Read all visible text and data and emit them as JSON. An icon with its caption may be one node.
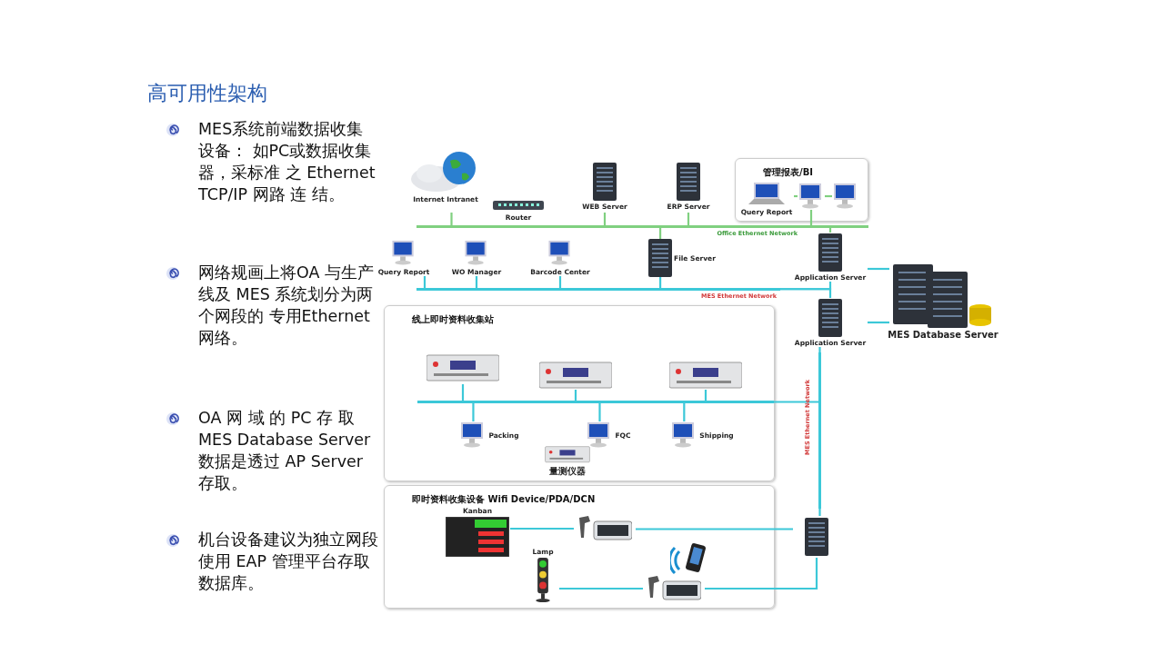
{
  "diagram": {
    "title": "高可用性架构",
    "nodes": [
      {
        "text": [
          "Internet Intranet"
        ]
      },
      {
        "text": [
          "Router"
        ]
      },
      {
        "text": [
          "WEB Server"
        ]
      },
      {
        "text": [
          "ERP Server"
        ]
      },
      {
        "text": [
          "管理报表/BI"
        ]
      },
      {
        "text": [
          "Query Report"
        ],
        "in": 4
      },
      {
        "text": [],
        "shape": "picture",
        "in": 4
      },
      {
        "text": [],
        "shape": "picture",
        "in": 4
      },
      {
        "text": [
          "Office Ethernet Network"
        ]
      },
      {
        "text": [
          "Query Report"
        ]
      },
      {
        "text": [
          "WO Manager"
        ]
      },
      {
        "text": [
          "Barcode Center"
        ]
      },
      {
        "text": [
          "File Server"
        ]
      },
      {
        "text": [
          "Application Server"
        ]
      },
      {
        "text": [
          "MES Ethernet Network"
        ]
      },
      {
        "text": [
          "Application Server"
        ]
      },
      {
        "text": [
          "MES Database Server"
        ]
      },
      {
        "text": [
          "线上即时资料收集站"
        ]
      },
      {
        "text": [],
        "shape": "picture",
        "in": 17
      },
      {
        "text": [],
        "shape": "picture",
        "in": 17
      },
      {
        "text": [],
        "shape": "picture",
        "in": 17
      },
      {
        "text": [],
        "shape": "bar",
        "in": 17
      },
      {
        "text": [
          "Packing"
        ],
        "in": 17
      },
      {
        "text": [
          "FQC"
        ],
        "in": 17
      },
      {
        "text": [
          "量测仪器"
        ],
        "in": 17
      },
      {
        "text": [
          "Shipping"
        ],
        "in": 17
      },
      {
        "text": [
          "即时资料收集设备 Wifi Device/PDA/DCN"
        ]
      },
      {
        "text": [
          "Kanban"
        ],
        "in": 26
      },
      {
        "text": [],
        "shape": "picture",
        "in": 26
      },
      {
        "text": [
          "Lamp"
        ],
        "in": 26
      },
      {
        "text": [],
        "shape": "picture",
        "in": 26
      },
      {
        "text": [],
        "shape": "picture",
        "in": 26
      },
      {
        "text": [
          "MES Ethernet Network"
        ]
      },
      {
        "text": [],
        "shape": "picture"
      }
    ],
    "edges": [
      {
        "from": 0,
        "to": 8,
        "arrow": "none",
        "color": "#80d080"
      },
      {
        "from": 2,
        "to": 8,
        "arrow": "none",
        "color": "#80d080"
      },
      {
        "from": 3,
        "to": 8,
        "arrow": "none",
        "color": "#80d080"
      },
      {
        "from": 5,
        "to": 6,
        "arrow": "none",
        "color": "#80d080"
      },
      {
        "from": 6,
        "to": 7,
        "arrow": "none",
        "color": "#80d080"
      },
      {
        "from": 6,
        "to": 8,
        "arrow": "none",
        "color": "#80d080"
      },
      {
        "from": 12,
        "to": 8,
        "arrow": "none",
        "color": "#80d080"
      },
      {
        "from": 13,
        "to": 8,
        "arrow": "none",
        "color": "#80d080"
      },
      {
        "from": 9,
        "to": 14,
        "arrow": "none"
      },
      {
        "from": 10,
        "to": 14,
        "arrow": "none"
      },
      {
        "from": 11,
        "to": 14,
        "arrow": "none"
      },
      {
        "from": 12,
        "to": 14,
        "arrow": "none"
      },
      {
        "from": 14,
        "to": 13,
        "arrow": "none"
      },
      {
        "from": 14,
        "to": 15,
        "arrow": "none"
      },
      {
        "from": 13,
        "to": 16,
        "arrow": "none"
      },
      {
        "from": 15,
        "to": 16,
        "arrow": "none"
      },
      {
        "from": 15,
        "to": 32,
        "arrow": "none"
      },
      {
        "from": 18,
        "to": 21,
        "arrow": "none"
      },
      {
        "from": 19,
        "to": 21,
        "arrow": "none"
      },
      {
        "from": 20,
        "to": 21,
        "arrow": "none"
      },
      {
        "from": 22,
        "to": 21,
        "arrow": "none"
      },
      {
        "from": 23,
        "to": 21,
        "arrow": "none"
      },
      {
        "from": 25,
        "to": 21,
        "arrow": "none"
      },
      {
        "from": 21,
        "to": 32,
        "arrow": "none"
      },
      {
        "from": 27,
        "to": 28,
        "arrow": "none"
      },
      {
        "from": 28,
        "to": 33,
        "arrow": "none"
      },
      {
        "from": 29,
        "to": 30,
        "arrow": "none"
      },
      {
        "from": 30,
        "to": 33,
        "arrow": "none"
      },
      {
        "from": 32,
        "to": 33,
        "arrow": "none"
      }
    ],
    "labels": [
      "MES系统前端数据收集设备： 如PC或数据收集器，采标准 之 Ethernet TCP/IP 网路 连 结。",
      "网络规画上将OA 与生产线及 MES 系统划分为两个网段的 专用Ethernet 网络。",
      "OA 网 域 的 PC 存 取 MES Database Server 数据是透过 AP Server存取。",
      "机台设备建议为独立网段使用 EAP 管理平台存取数据库。"
    ]
  }
}
